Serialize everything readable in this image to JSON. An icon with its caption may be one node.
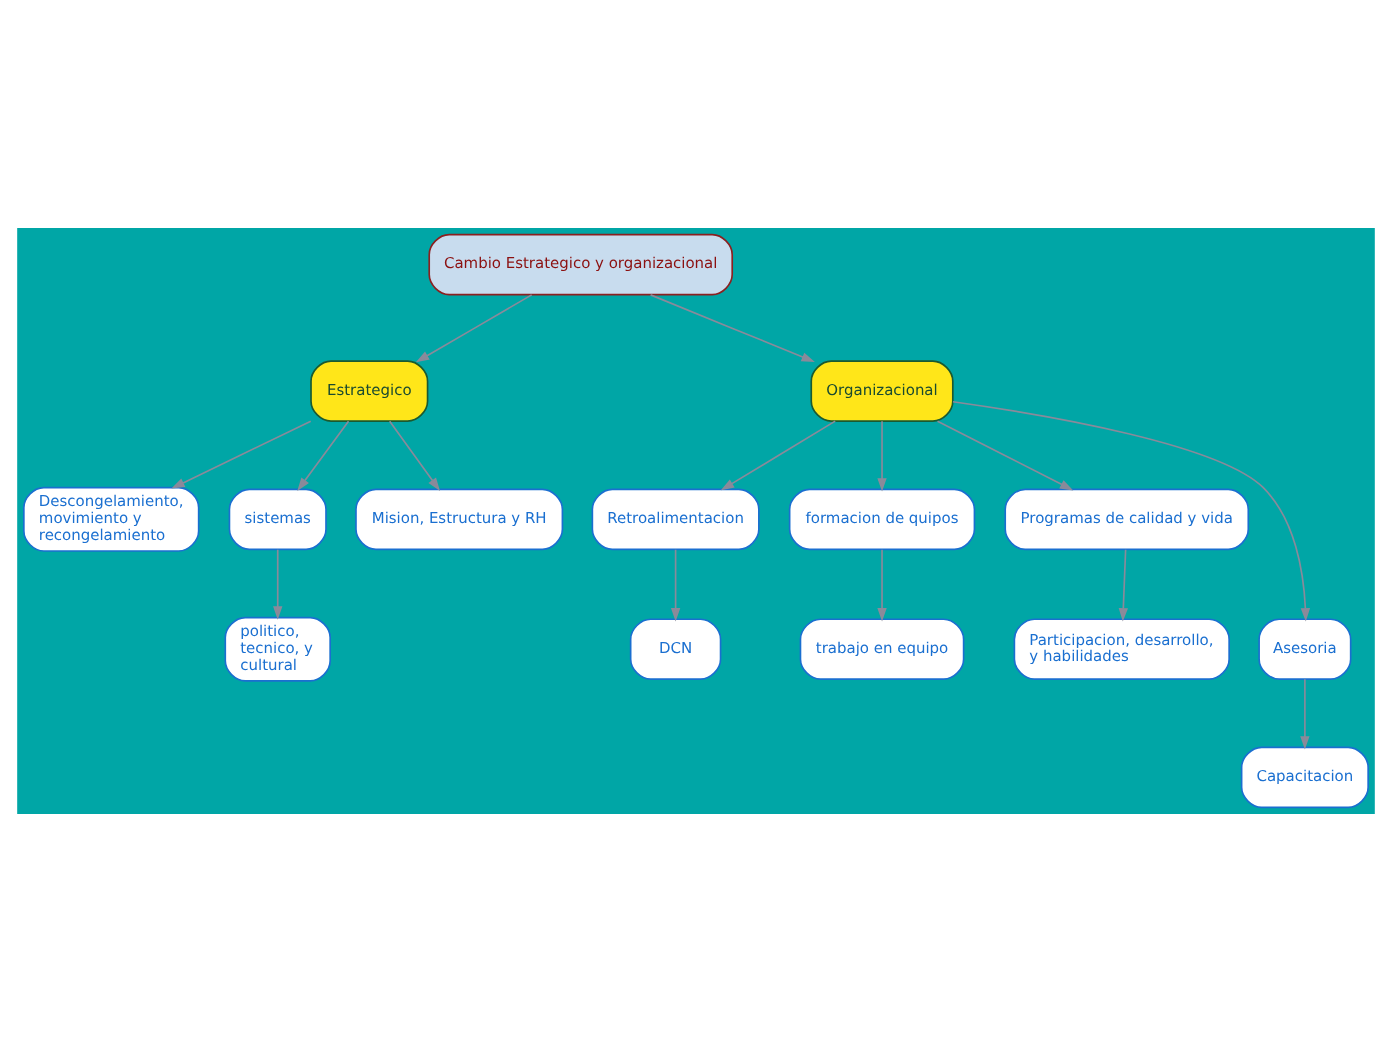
{
  "diagram": {
    "nodes": [
      {
        "text": [
          "Cambio Estrategico y organizacional"
        ]
      },
      {
        "text": [
          "Estrategico"
        ]
      },
      {
        "text": [
          "Organizacional"
        ]
      },
      {
        "text": [
          "Descongelamiento, movimiento y recongelamiento"
        ]
      },
      {
        "text": [
          "sistemas"
        ]
      },
      {
        "text": [
          "Mision, Estructura y RH"
        ]
      },
      {
        "text": [
          "Retroalimentacion"
        ]
      },
      {
        "text": [
          "formacion de quipos"
        ]
      },
      {
        "text": [
          "Programas de calidad y vida"
        ]
      },
      {
        "text": [
          "politico, tecnico, y cultural"
        ]
      },
      {
        "text": [
          "DCN"
        ]
      },
      {
        "text": [
          "trabajo en equipo"
        ]
      },
      {
        "text": [
          "Participacion, desarrollo, y habilidades"
        ]
      },
      {
        "text": [
          "Asesoria"
        ]
      },
      {
        "text": [
          "Capacitacion"
        ]
      }
    ],
    "edges": [
      {
        "from": 0,
        "to": 1,
        "arrow": "to"
      },
      {
        "from": 0,
        "to": 2,
        "arrow": "to"
      },
      {
        "from": 1,
        "to": 3,
        "arrow": "to"
      },
      {
        "from": 1,
        "to": 4,
        "arrow": "to"
      },
      {
        "from": 1,
        "to": 5,
        "arrow": "to"
      },
      {
        "from": 4,
        "to": 9,
        "arrow": "to"
      },
      {
        "from": 2,
        "to": 6,
        "arrow": "to"
      },
      {
        "from": 2,
        "to": 7,
        "arrow": "to"
      },
      {
        "from": 2,
        "to": 8,
        "arrow": "to"
      },
      {
        "from": 2,
        "to": 13,
        "arrow": "to"
      },
      {
        "from": 6,
        "to": 10,
        "arrow": "to"
      },
      {
        "from": 7,
        "to": 11,
        "arrow": "to"
      },
      {
        "from": 8,
        "to": 12,
        "arrow": "to"
      },
      {
        "from": 13,
        "to": 14,
        "arrow": "to"
      }
    ]
  }
}
